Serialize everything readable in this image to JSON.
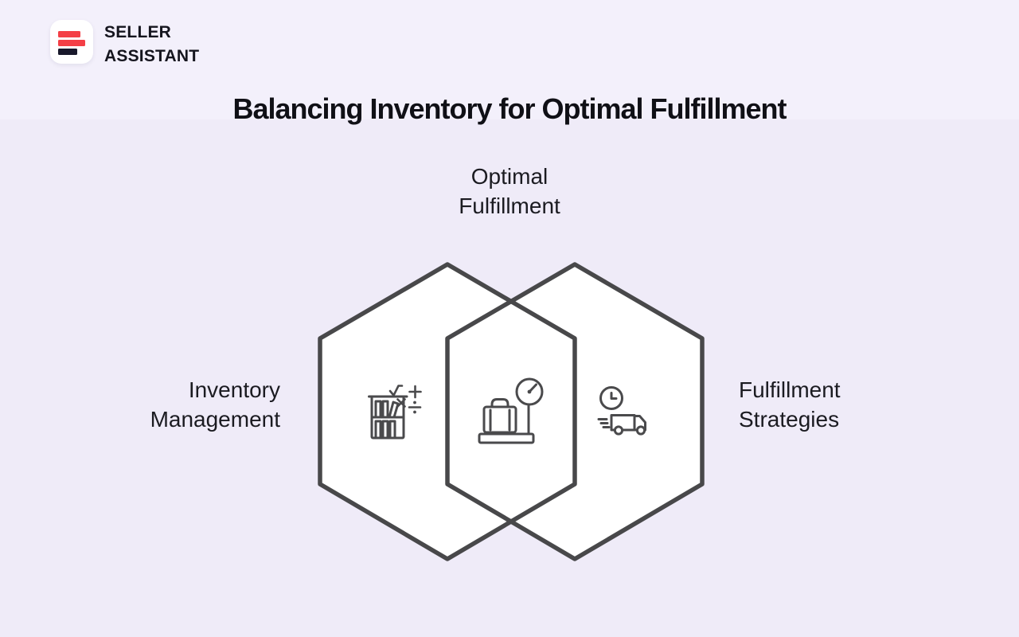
{
  "page": {
    "background_top_color": "#f3f0fb",
    "background_main_color": "#efebf8"
  },
  "brand": {
    "line1": "SELLER",
    "line2": "ASSISTANT",
    "logo": {
      "card_color": "#ffffff",
      "bar_red_color": "#f43f46",
      "bar_dark_color": "#18182b"
    }
  },
  "header": {
    "title": "Balancing Inventory for Optimal Fulfillment"
  },
  "diagram": {
    "center_label": "Optimal\nFulfillment",
    "left_label": "Inventory\nManagement",
    "right_label": "Fulfillment\nStrategies",
    "hexagon_fill_color": "#ffffff",
    "hexagon_stroke_color": "#48484a",
    "icon_stroke_color": "#4a4a4c",
    "icons": [
      {
        "name": "bookshelf-math-icon"
      },
      {
        "name": "luggage-scale-icon"
      },
      {
        "name": "delivery-truck-clock-icon"
      }
    ]
  }
}
